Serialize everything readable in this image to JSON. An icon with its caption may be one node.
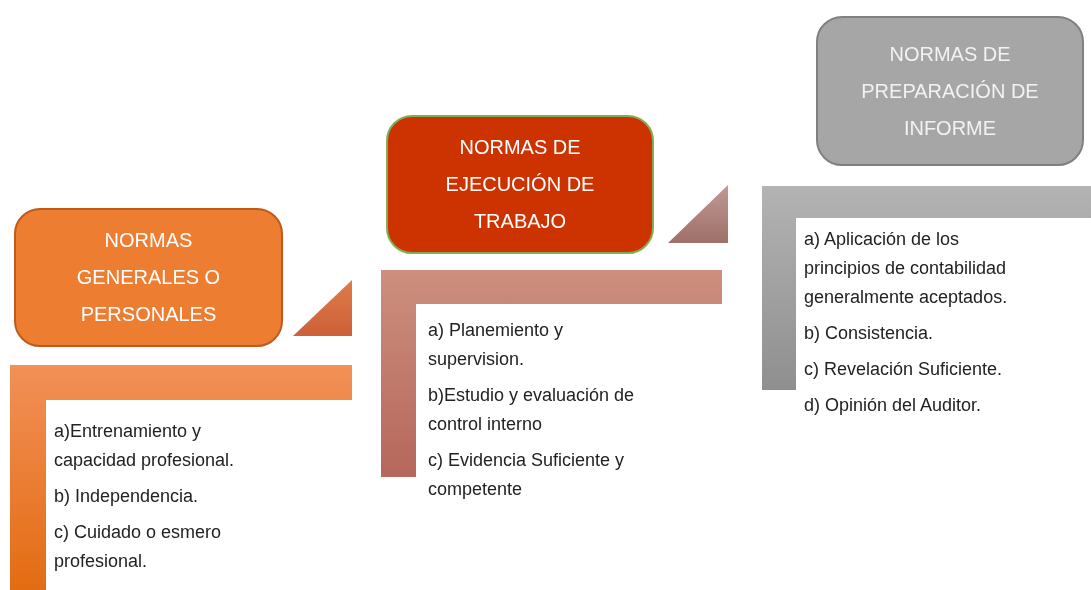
{
  "diagram": {
    "nodes": [
      {
        "text": [
          "NORMAS GENERALES O PERSONALES"
        ]
      },
      {
        "text": [
          "a)Entrenamiento  y capacidad profesional.",
          "b) Independencia.",
          "c) Cuidado o esmero profesional."
        ]
      },
      {
        "text": [
          "NORMAS DE EJECUCIÓN DE TRABAJO"
        ]
      },
      {
        "text": [
          "a) Planemiento y supervision.",
          "b)Estudio y evaluación de control interno",
          "c) Evidencia Suficiente y competente"
        ]
      },
      {
        "text": [
          "NORMAS DE PREPARACIÓN DE INFORME"
        ]
      },
      {
        "text": [
          "a) Aplicación de los principios de contabilidad generalmente aceptados.",
          "b) Consistencia.",
          "c) Revelación Suficiente.",
          "d) Opinión del Auditor."
        ]
      }
    ]
  }
}
